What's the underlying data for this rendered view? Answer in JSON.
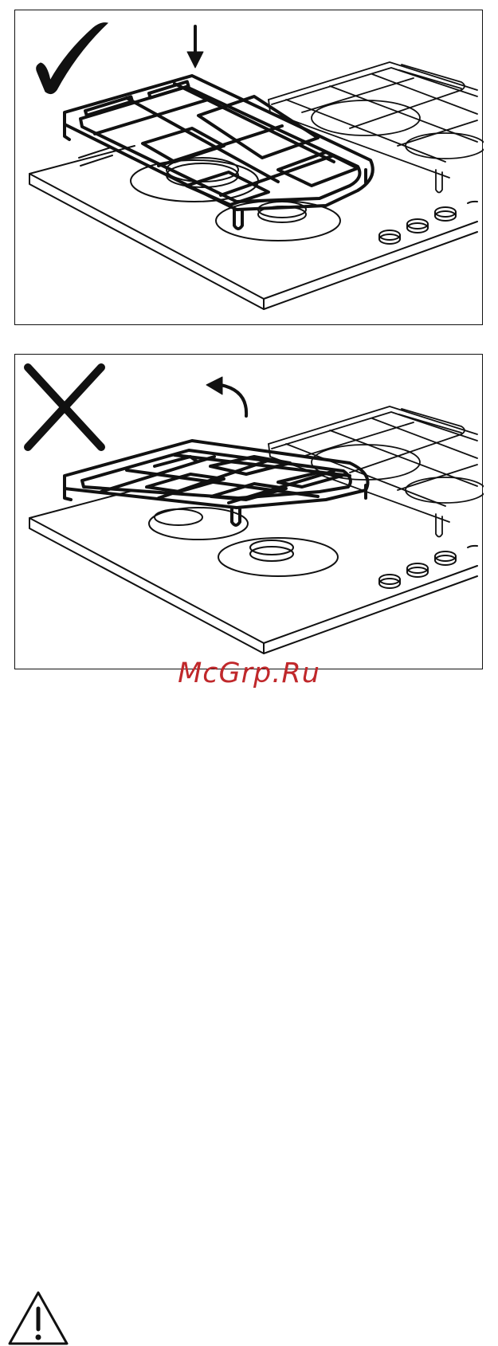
{
  "watermark": {
    "text": "McGrp.Ru"
  },
  "panels": [
    {
      "id": "correct",
      "indicator": "check-icon",
      "motion": "arrow-down-icon"
    },
    {
      "id": "wrong",
      "indicator": "cross-icon",
      "motion": "curved-arrow-icon"
    }
  ],
  "colors": {
    "line": "#111111",
    "watermark": "#c0282b"
  },
  "footer": {
    "icon": "warning-triangle-icon"
  }
}
